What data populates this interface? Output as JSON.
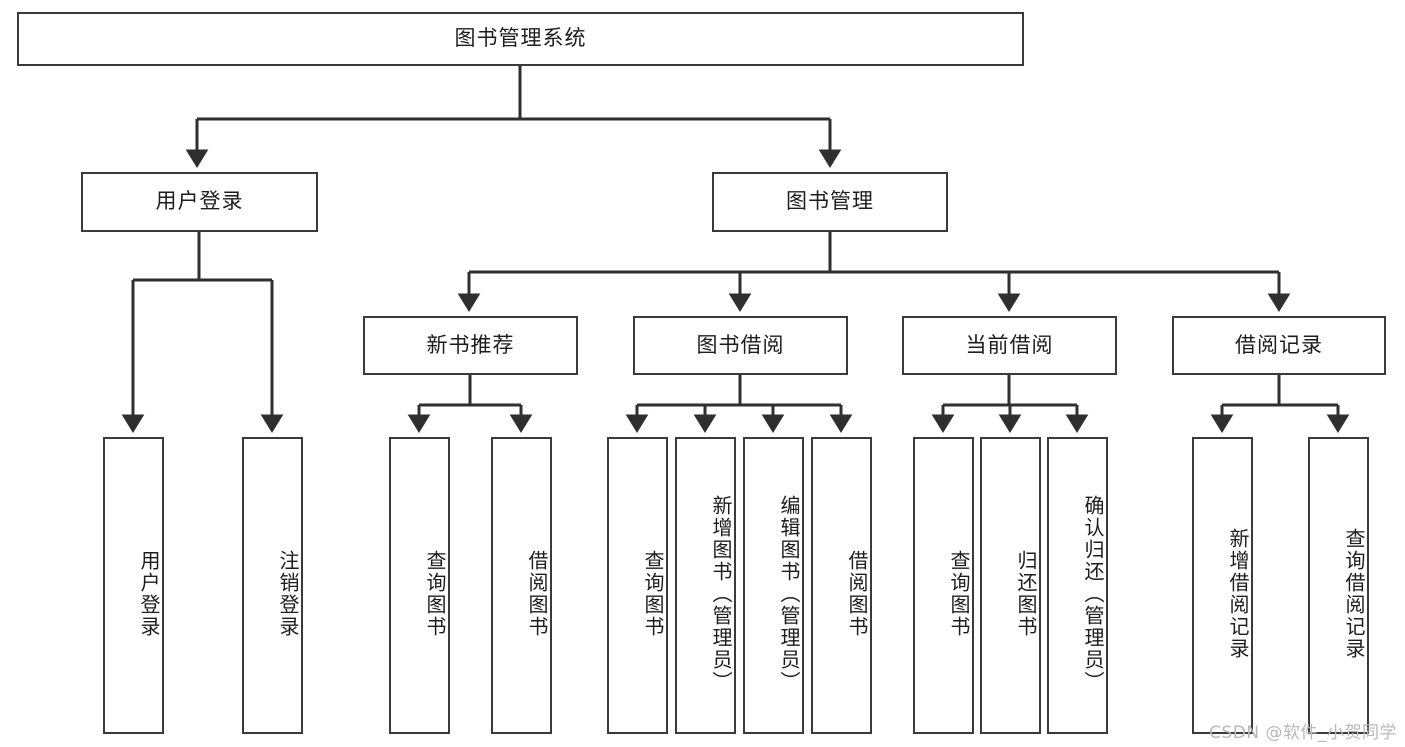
{
  "diagram": {
    "title": "图书管理系统",
    "type": "tree-hierarchy",
    "orientation": "top-down",
    "colors": {
      "box_border": "#3a3a3a",
      "box_fill": "#ffffff",
      "edge": "#2f2f2f",
      "text": "#1d1d1d",
      "watermark": "#b8b8b8"
    },
    "root": {
      "id": "root",
      "label": "图书管理系统",
      "text_orientation": "horizontal"
    },
    "level2": [
      {
        "id": "user-login",
        "label": "用户登录",
        "text_orientation": "horizontal"
      },
      {
        "id": "book-management",
        "label": "图书管理",
        "text_orientation": "horizontal"
      }
    ],
    "level3": [
      {
        "id": "new-book-recommend",
        "label": "新书推荐",
        "parent": "book-management",
        "text_orientation": "horizontal"
      },
      {
        "id": "book-borrow",
        "label": "图书借阅",
        "parent": "book-management",
        "text_orientation": "horizontal"
      },
      {
        "id": "current-borrow",
        "label": "当前借阅",
        "parent": "book-management",
        "text_orientation": "horizontal"
      },
      {
        "id": "borrow-record",
        "label": "借阅记录",
        "parent": "book-management",
        "text_orientation": "horizontal"
      }
    ],
    "leaves": [
      {
        "id": "leaf-user-login",
        "label": "用户登录",
        "parent": "user-login",
        "text_orientation": "vertical"
      },
      {
        "id": "leaf-logout",
        "label": "注销登录",
        "parent": "user-login",
        "text_orientation": "vertical"
      },
      {
        "id": "leaf-query-book-1",
        "label": "查询图书",
        "parent": "new-book-recommend",
        "text_orientation": "vertical"
      },
      {
        "id": "leaf-borrow-book-1",
        "label": "借阅图书",
        "parent": "new-book-recommend",
        "text_orientation": "vertical"
      },
      {
        "id": "leaf-query-book-2",
        "label": "查询图书",
        "parent": "book-borrow",
        "text_orientation": "vertical"
      },
      {
        "id": "leaf-add-book",
        "label": "新增图书（管理员）",
        "parent": "book-borrow",
        "text_orientation": "vertical"
      },
      {
        "id": "leaf-edit-book",
        "label": "编辑图书（管理员）",
        "parent": "book-borrow",
        "text_orientation": "vertical"
      },
      {
        "id": "leaf-borrow-book-2",
        "label": "借阅图书",
        "parent": "book-borrow",
        "text_orientation": "vertical"
      },
      {
        "id": "leaf-query-book-3",
        "label": "查询图书",
        "parent": "current-borrow",
        "text_orientation": "vertical"
      },
      {
        "id": "leaf-return-book",
        "label": "归还图书",
        "parent": "current-borrow",
        "text_orientation": "vertical"
      },
      {
        "id": "leaf-confirm-return",
        "label": "确认归还（管理员）",
        "parent": "current-borrow",
        "text_orientation": "vertical"
      },
      {
        "id": "leaf-add-record",
        "label": "新增借阅记录",
        "parent": "borrow-record",
        "text_orientation": "vertical"
      },
      {
        "id": "leaf-query-record",
        "label": "查询借阅记录",
        "parent": "borrow-record",
        "text_orientation": "vertical"
      }
    ]
  },
  "watermark": {
    "text": "CSDN @软件_小贺同学"
  }
}
